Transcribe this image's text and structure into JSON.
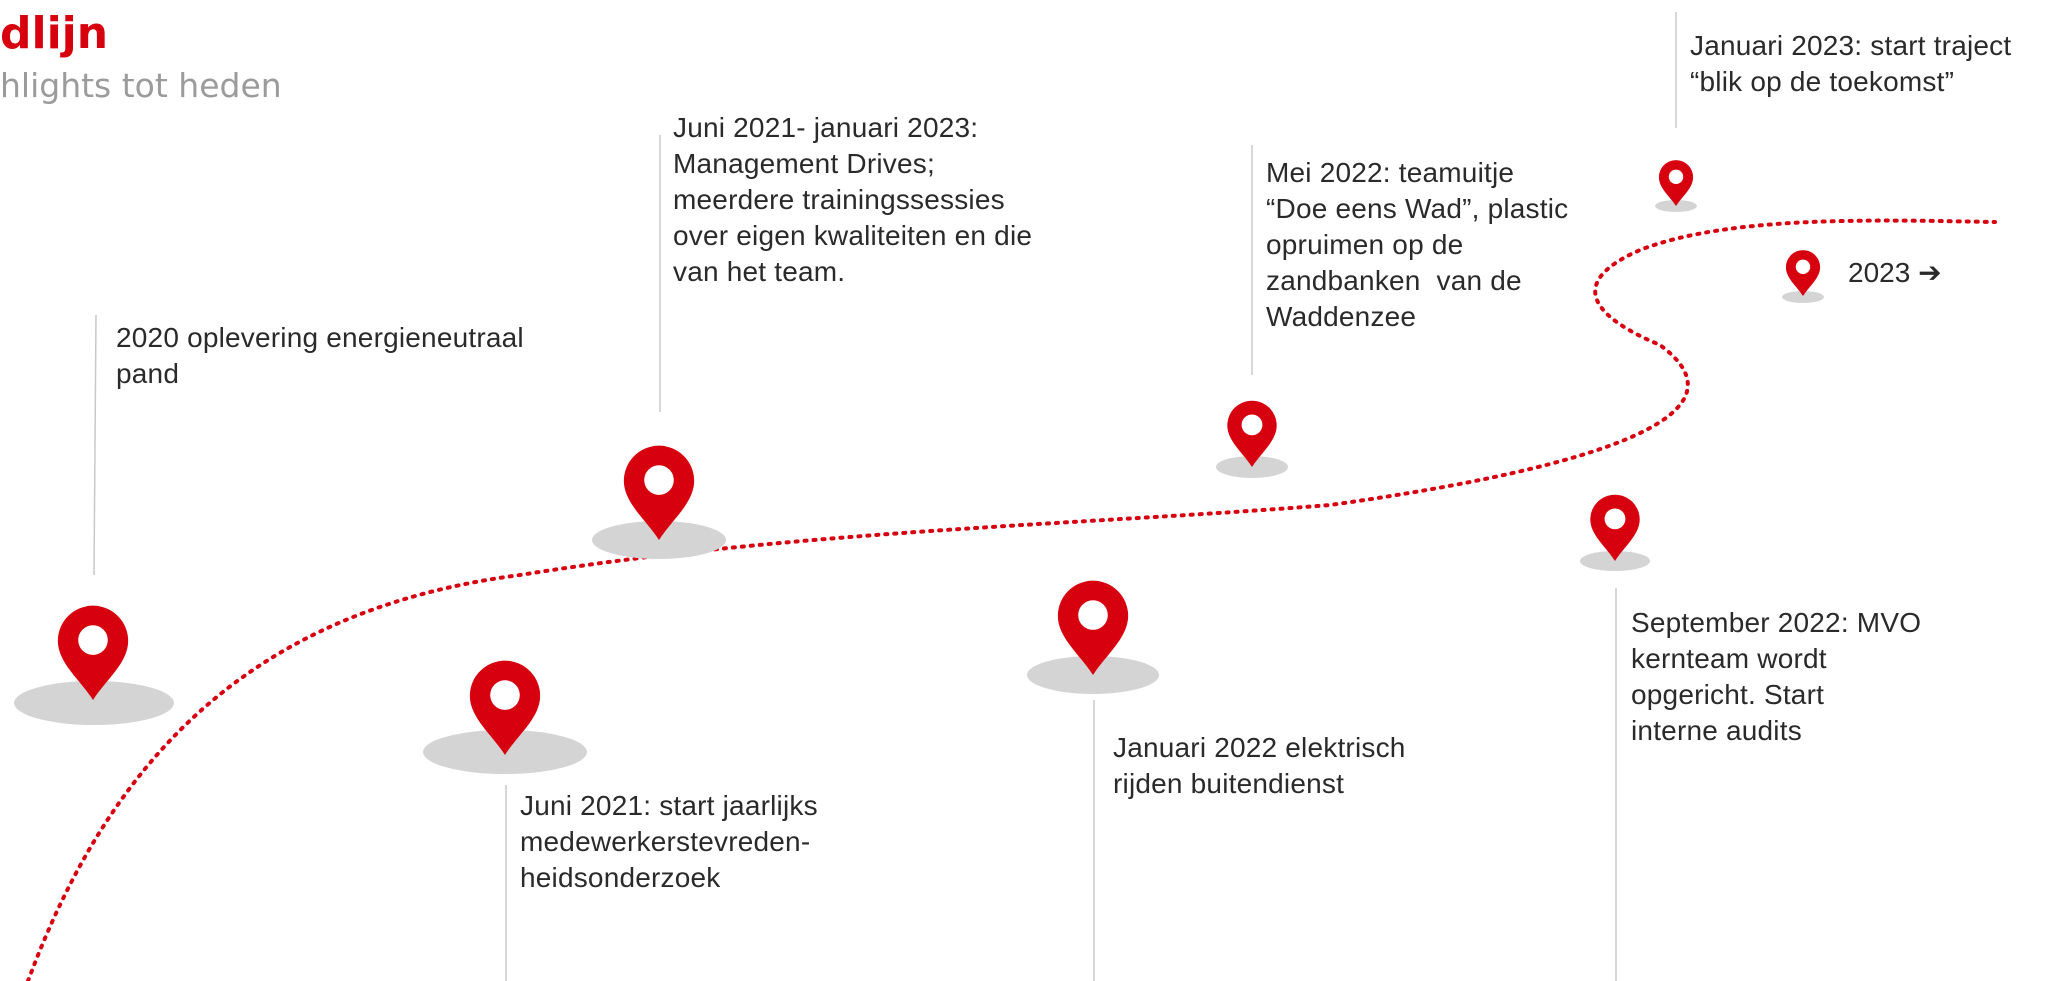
{
  "header": {
    "title": "dlijn",
    "subtitle": "hlights tot heden"
  },
  "colors": {
    "accent": "#d7000f",
    "leader_line": "#c8c8c8",
    "shadow": "#d4d4d4",
    "text": "#2a2a2a",
    "subtitle": "#9b9b9b"
  },
  "milestones": [
    {
      "id": "energieneutraal",
      "text": "2020 oplevering energieneutraal\npand"
    },
    {
      "id": "tevredenheid",
      "text": "Juni 2021: start jaarlijks\nmedewerkerstevreden-\nheidsonderzoek"
    },
    {
      "id": "management-drives",
      "text": "Juni 2021- januari 2023:\nManagement Drives;\nmeerdere trainingssessies\nover eigen kwaliteiten en die\nvan het team."
    },
    {
      "id": "elektrisch",
      "text": "Januari 2022 elektrisch\nrijden buitendienst"
    },
    {
      "id": "teamuitje",
      "text": "Mei 2022: teamuitje\n“Doe eens Wad”, plastic\nopruimen op de\nzandbanken  van de\nWaddenzee"
    },
    {
      "id": "mvo",
      "text": "September 2022: MVO\nkernteam wordt\nopgericht. Start\ninterne audits"
    },
    {
      "id": "toekomst",
      "text": "Januari 2023: start traject\n“blik op de toekomst”"
    }
  ],
  "end_marker": {
    "text": "2023 ➔"
  }
}
